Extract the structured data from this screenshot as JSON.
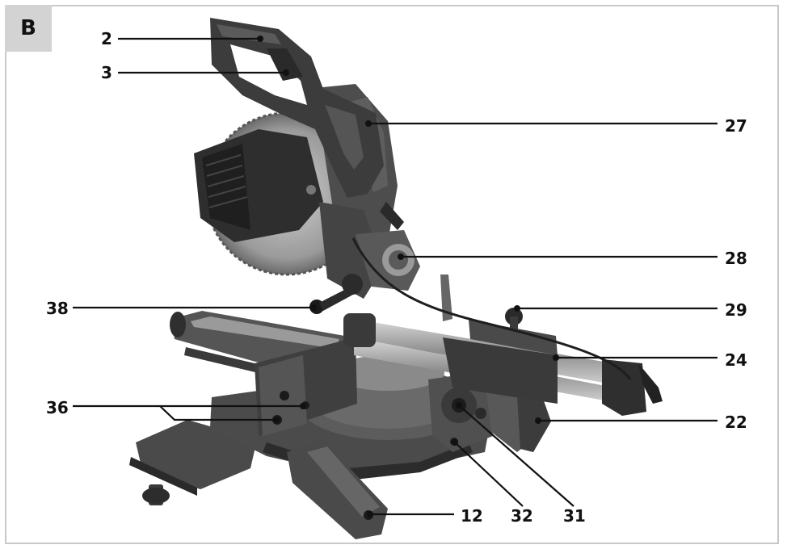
{
  "figure": {
    "section_letter": "B"
  },
  "callouts": [
    {
      "id": "2",
      "label": "2"
    },
    {
      "id": "3",
      "label": "3"
    },
    {
      "id": "27",
      "label": "27"
    },
    {
      "id": "28",
      "label": "28"
    },
    {
      "id": "38",
      "label": "38"
    },
    {
      "id": "29",
      "label": "29"
    },
    {
      "id": "24",
      "label": "24"
    },
    {
      "id": "36",
      "label": "36"
    },
    {
      "id": "22",
      "label": "22"
    },
    {
      "id": "12",
      "label": "12"
    },
    {
      "id": "32",
      "label": "32"
    },
    {
      "id": "31",
      "label": "31"
    }
  ],
  "colors": {
    "label": "#111111",
    "tab_background": "#d3d3d3",
    "frame": "#c8c8c8",
    "machine_dark": "#3a3a3a",
    "machine_mid": "#6d6d6d",
    "machine_light": "#a8a8a8"
  }
}
